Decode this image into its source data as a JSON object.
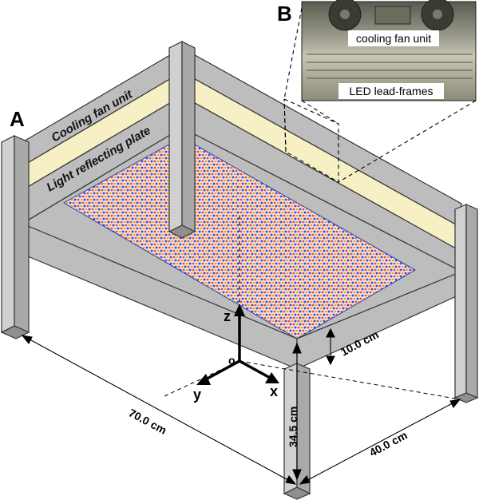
{
  "panels": {
    "main_letter": "A",
    "inset_letter": "B"
  },
  "apparatus": {
    "upper_band_label": "Cooling fan unit",
    "lower_band_label": "Light reflecting plate"
  },
  "inset": {
    "top_label": "cooling fan unit",
    "bottom_label": "LED lead-frames"
  },
  "axes": {
    "x": "x",
    "y": "y",
    "z": "z",
    "origin": "o"
  },
  "dimensions": {
    "length": "70.0 cm",
    "width": "40.0 cm",
    "height": "34.5 cm",
    "depth": "10.0 cm"
  },
  "colors": {
    "frame_gray": "#bdbdbd",
    "frame_edge": "#333333",
    "fan_band": "#f6f0c4",
    "led_red": "#e0574a",
    "led_blue": "#3a57d0",
    "led_orange": "#f0a040"
  }
}
